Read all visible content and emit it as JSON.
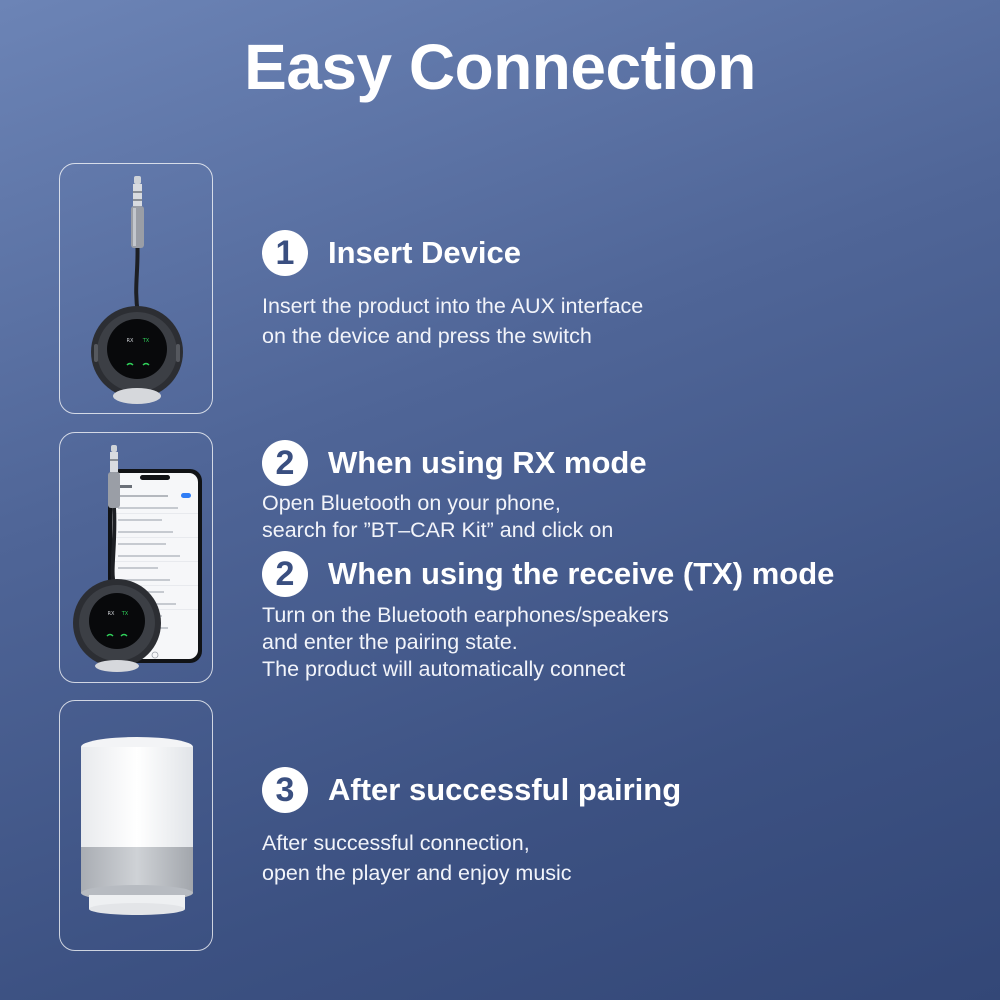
{
  "header": {
    "title": "Easy Connection"
  },
  "steps": [
    {
      "number": "1",
      "title": "Insert Device",
      "lines": [
        "Insert the product into the AUX interface",
        "on the device and press the switch"
      ]
    },
    {
      "number": "2",
      "title": "When using RX mode",
      "lines": [
        "Open Bluetooth on your phone,",
        "search for ”BT–CAR Kit” and click on"
      ]
    },
    {
      "number": "2",
      "title": "When using the receive (TX) mode",
      "lines": [
        "Turn on the Bluetooth earphones/speakers",
        "and enter the pairing state.",
        "The product will automatically connect"
      ]
    },
    {
      "number": "3",
      "title": "After successful pairing",
      "lines": [
        "After successful connection,",
        "open the player and enjoy music"
      ]
    }
  ],
  "device": {
    "indicator_left": "RX",
    "indicator_right": "TX"
  },
  "colors": {
    "badge_text": "#3a4f80",
    "indicator_green": "#2fd15a",
    "toggle_blue": "#2f7df6"
  },
  "icons": [
    "aux-plug-icon",
    "bluetooth-device-icon",
    "smartphone-icon",
    "speaker-icon"
  ]
}
